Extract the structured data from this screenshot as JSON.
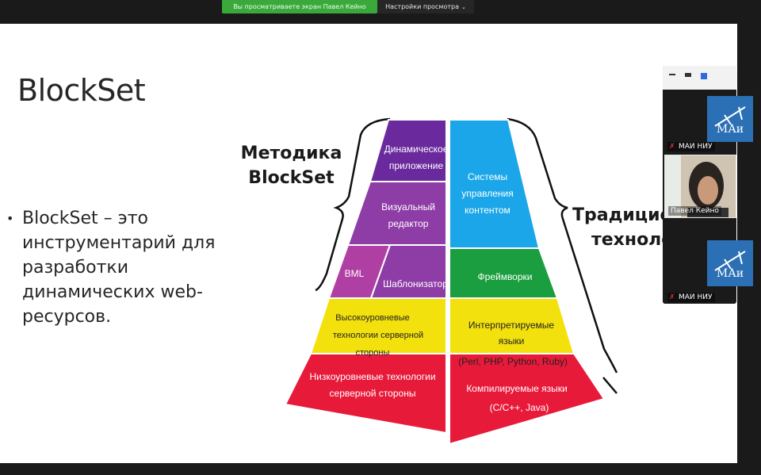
{
  "zoom_bar": {
    "share_notice": "Вы просматриваете экран Павел Кейно",
    "view_options_label": "Настройки просмотра",
    "view_options_icon": "chevron-down-icon"
  },
  "slide": {
    "title": "BlockSet",
    "bullet": "BlockSet – это инструментарий для разработки динамических web-ресурсов.",
    "label_left_1": "Методика",
    "label_left_2": "BlockSet",
    "label_right_1": "Традицио",
    "label_right_2": "техноло",
    "pyramid": {
      "left": {
        "dyn1": "Динамическое",
        "dyn2": "приложение",
        "vis1": "Визуальный",
        "vis2": "редактор",
        "bml": "BML",
        "tpl": "Шаблонизатор",
        "hl1": "Высокоуровневые",
        "hl2": "технологии серверной",
        "hl3": "стороны",
        "ll1": "Низкоуровневые технологии",
        "ll2": "серверной стороны"
      },
      "right": {
        "cms1": "Системы",
        "cms2": "управления",
        "cms3": "контентом",
        "fw": "Фреймворки",
        "interp1": "Интерпретируемые",
        "interp2": "языки",
        "interp3": "(Perl, PHP, Python, Ruby)",
        "comp1": "Компилируемые языки",
        "comp2": "(C/C++, Java)"
      },
      "colors": {
        "purple_dark": "#6a2a9e",
        "purple_mid": "#8e3da6",
        "magenta": "#b03fa3",
        "cyan": "#1aa6e8",
        "green": "#1a9e3f",
        "yellow": "#f3e10e",
        "red": "#e81a3a"
      }
    }
  },
  "participants": [
    {
      "name": "МАИ НИУ",
      "logo_text": "МАи"
    },
    {
      "name": "Павел Кейно"
    },
    {
      "name": "МАИ НИУ",
      "logo_text": "МАи"
    }
  ]
}
